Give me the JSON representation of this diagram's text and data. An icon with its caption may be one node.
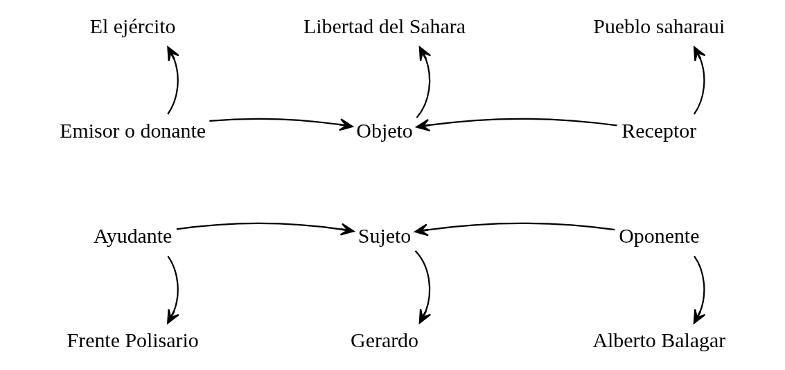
{
  "diagram": {
    "nodes": [
      {
        "text": [
          "El ejército"
        ]
      },
      {
        "text": [
          "Libertad del Sahara"
        ]
      },
      {
        "text": [
          "Pueblo saharaui"
        ]
      },
      {
        "text": [
          "Emisor o donante"
        ]
      },
      {
        "text": [
          "Objeto"
        ]
      },
      {
        "text": [
          "Receptor"
        ]
      },
      {
        "text": [
          "Ayudante"
        ]
      },
      {
        "text": [
          "Sujeto"
        ]
      },
      {
        "text": [
          "Oponente"
        ]
      },
      {
        "text": [
          "Frente Polisario"
        ]
      },
      {
        "text": [
          "Gerardo"
        ]
      },
      {
        "text": [
          "Alberto Balagar"
        ]
      }
    ],
    "edges": [
      {
        "from": 3,
        "to": 0,
        "arrow": "to"
      },
      {
        "from": 4,
        "to": 1,
        "arrow": "to"
      },
      {
        "from": 5,
        "to": 2,
        "arrow": "to"
      },
      {
        "from": 3,
        "to": 4,
        "arrow": "to"
      },
      {
        "from": 5,
        "to": 4,
        "arrow": "to"
      },
      {
        "from": 6,
        "to": 7,
        "arrow": "to"
      },
      {
        "from": 8,
        "to": 7,
        "arrow": "to"
      },
      {
        "from": 6,
        "to": 9,
        "arrow": "to"
      },
      {
        "from": 7,
        "to": 10,
        "arrow": "to"
      },
      {
        "from": 8,
        "to": 11,
        "arrow": "to"
      }
    ]
  }
}
